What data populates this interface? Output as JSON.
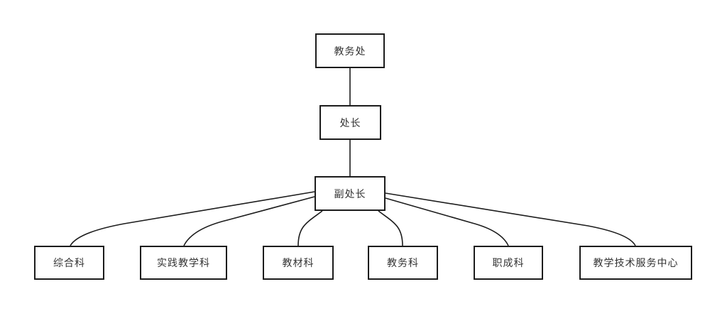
{
  "diagram": {
    "type": "org-chart",
    "background": "#ffffff",
    "node_border_color": "#1c1c1c",
    "connector_color": "#1c1c1c",
    "text_color": "#333333",
    "nodes": [
      {
        "id": "jiaowuchu",
        "label": "教务处",
        "level": 1
      },
      {
        "id": "chuzhang",
        "label": "处长",
        "level": 2
      },
      {
        "id": "fuchuzhang",
        "label": "副处长",
        "level": 3
      },
      {
        "id": "zonghe-ke",
        "label": "综合科",
        "level": 4
      },
      {
        "id": "shijian-jiaoxue-ke",
        "label": "实践教学科",
        "level": 4
      },
      {
        "id": "jiaocai-ke",
        "label": "教材科",
        "level": 4
      },
      {
        "id": "jiaowu-ke",
        "label": "教务科",
        "level": 4
      },
      {
        "id": "zhicheng-ke",
        "label": "职成科",
        "level": 4
      },
      {
        "id": "jiaoxue-jishu-fuwu-zhongxin",
        "label": "教学技术服务中心",
        "level": 4
      }
    ],
    "edges": [
      {
        "from": "教务处",
        "to": "处长"
      },
      {
        "from": "处长",
        "to": "副处长"
      },
      {
        "from": "副处长",
        "to": "综合科"
      },
      {
        "from": "副处长",
        "to": "实践教学科"
      },
      {
        "from": "副处长",
        "to": "教材科"
      },
      {
        "from": "副处长",
        "to": "教务科"
      },
      {
        "from": "副处长",
        "to": "职成科"
      },
      {
        "from": "副处长",
        "to": "教学技术服务中心"
      }
    ]
  }
}
